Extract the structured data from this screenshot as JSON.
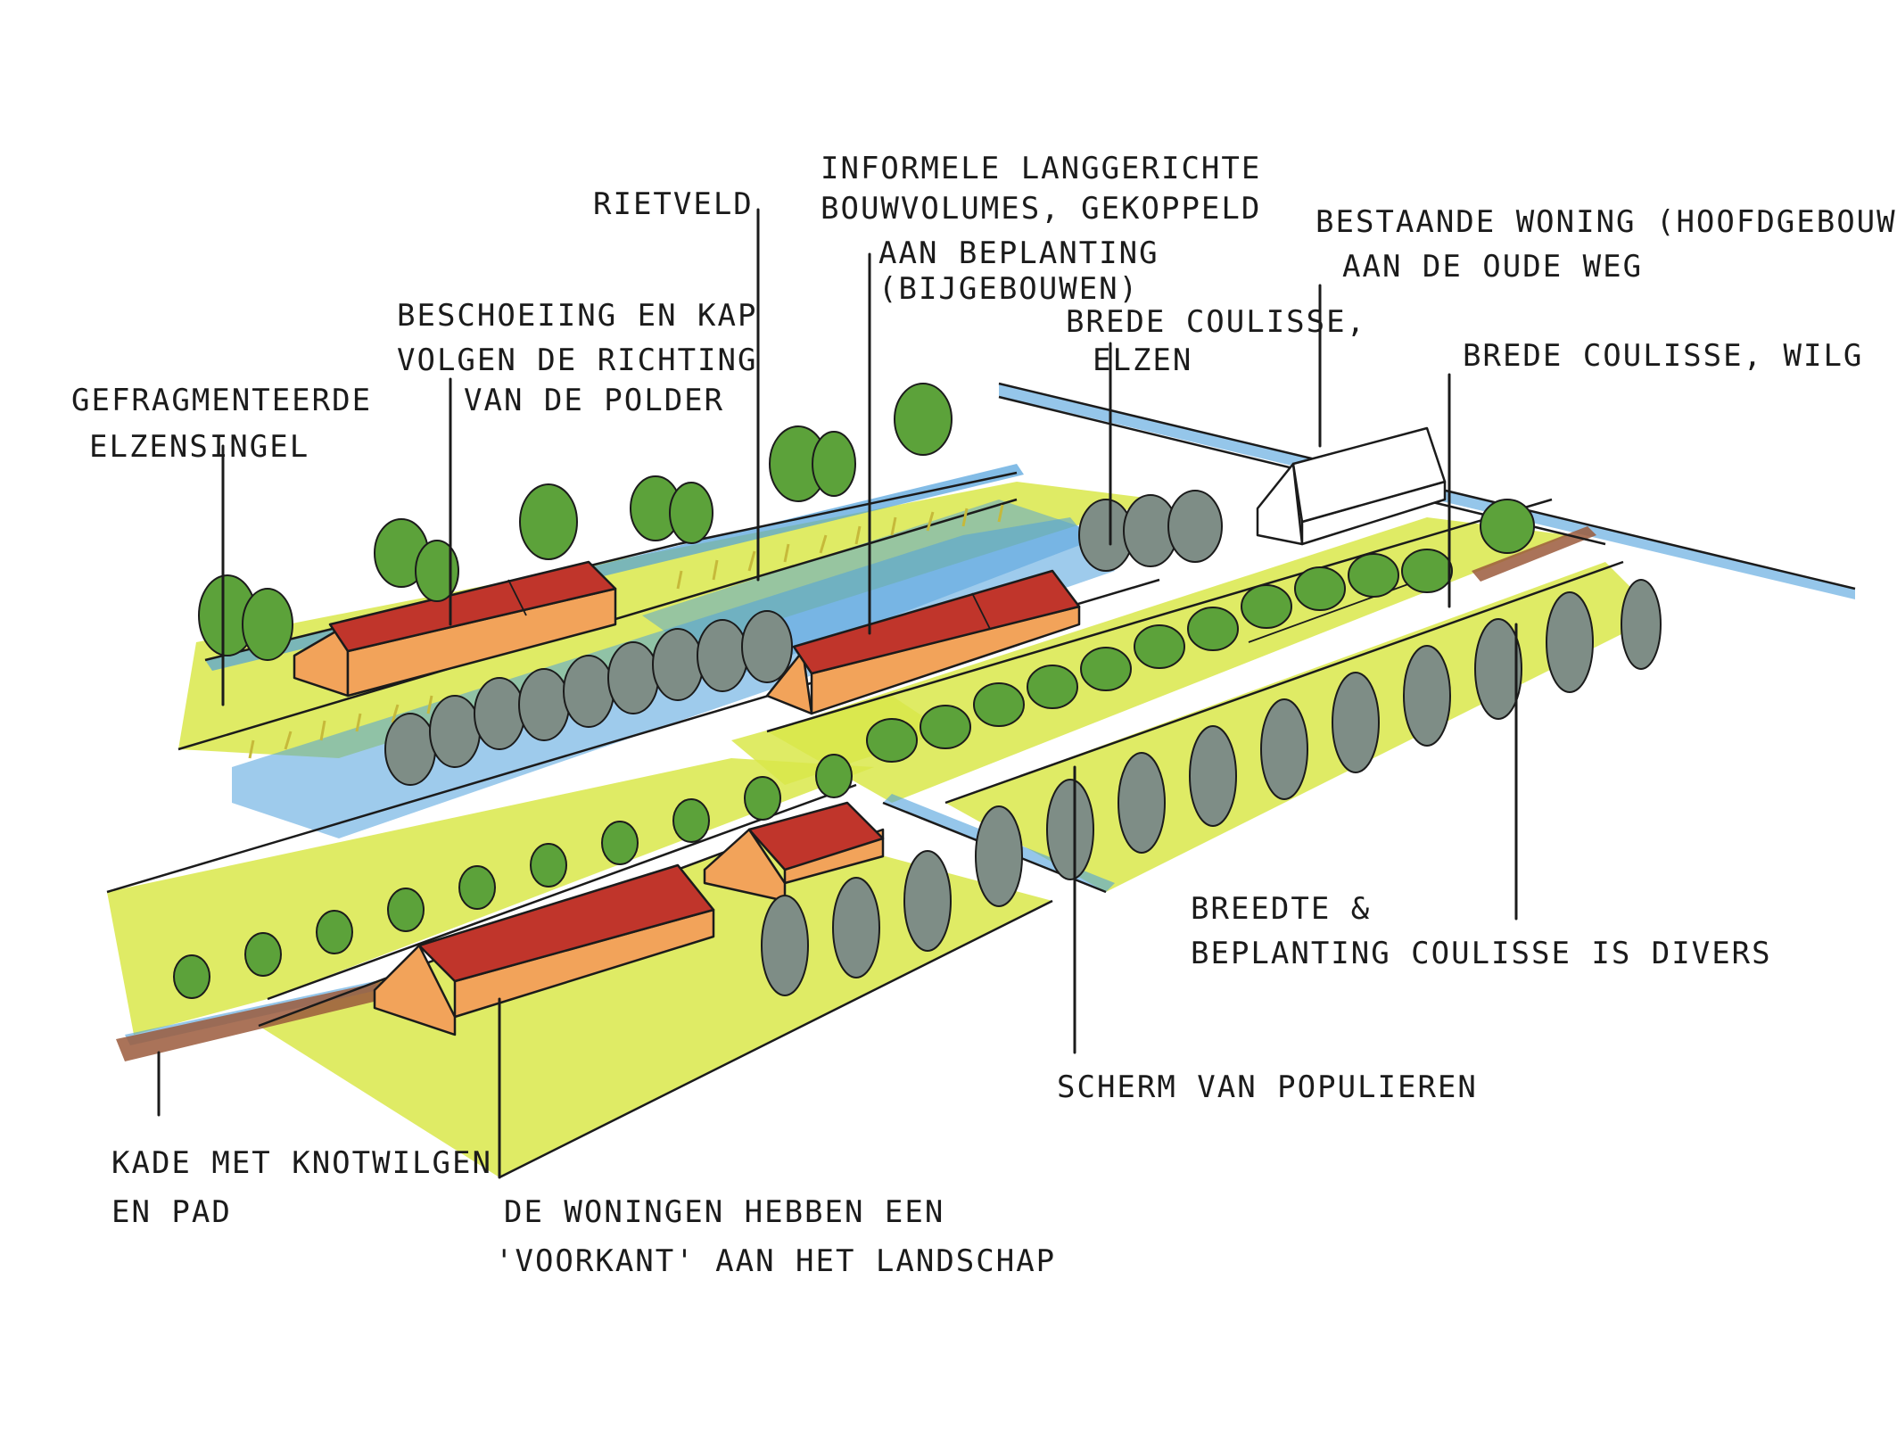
{
  "labels": {
    "gefragmenteerde": [
      "GEFRAGMENTEERDE",
      "ELZENSINGEL"
    ],
    "beschoeiing": [
      "BESCHOEIING EN KAP",
      "VOLGEN DE RICHTING",
      "VAN DE POLDER"
    ],
    "rietveld": [
      "RIETVELD"
    ],
    "informele": [
      "INFORMELE LANGGERICHTE",
      "BOUWVOLUMES, GEKOPPELD",
      "AAN BEPLANTING",
      "(BIJGEBOUWEN)"
    ],
    "brede_coulisse_elzen": [
      "BREDE COULISSE,",
      "ELZEN"
    ],
    "bestaande": [
      "BESTAANDE WONING (HOOFDGEBOUW)",
      "AAN DE OUDE WEG"
    ],
    "brede_coulisse_wilg": [
      "BREDE COULISSE, WILG"
    ],
    "breedte": [
      "BREEDTE &",
      "BEPLANTING COULISSE IS DIVERS"
    ],
    "scherm": [
      "SCHERM VAN POPULIEREN"
    ],
    "kade": [
      "KADE MET KNOTWILGEN",
      "EN PAD"
    ],
    "woningen": [
      "DE WONINGEN HEBBEN EEN",
      "'VOORKANT' AAN HET LANDSCHAP"
    ]
  },
  "colors": {
    "field": "#d9e84a",
    "water": "#4fa0dc",
    "roof": "#c0352b",
    "wall": "#f2a35a",
    "tree_green": "#5ca23a",
    "tree_grey": "#7e8d86",
    "path": "#9b5a3c",
    "ink": "#1b1b1b"
  }
}
